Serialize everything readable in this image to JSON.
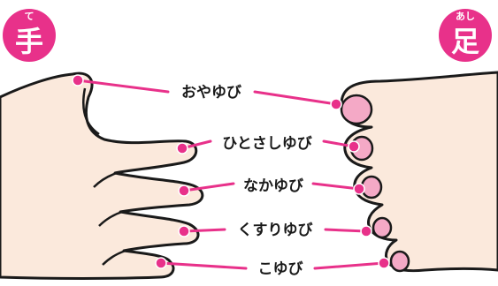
{
  "badges": {
    "hand": {
      "ruby": "て",
      "kanji": "手"
    },
    "foot": {
      "ruby": "あし",
      "kanji": "足"
    }
  },
  "labels": {
    "thumb": "おやゆび",
    "index": "ひとさしゆび",
    "middle": "なかゆび",
    "ring": "くすりゆび",
    "pinky": "こゆび"
  },
  "colors": {
    "accent": "#e8318a",
    "skin": "#fbe9dc",
    "nail": "#f4a9c6",
    "outline": "#1a1a1a"
  }
}
